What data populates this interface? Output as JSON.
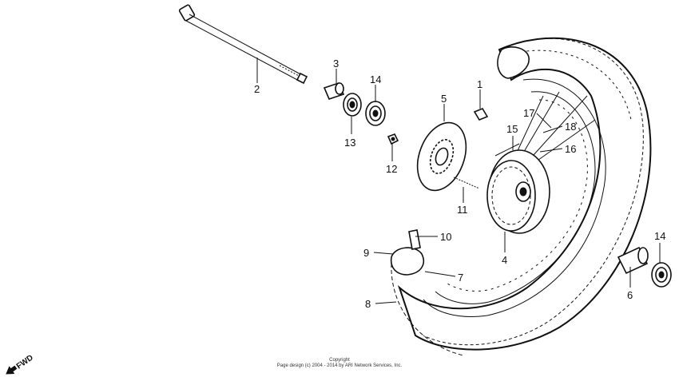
{
  "diagram": {
    "parts": [
      {
        "id": "p1",
        "label": "1"
      },
      {
        "id": "p2",
        "label": "2"
      },
      {
        "id": "p3",
        "label": "3"
      },
      {
        "id": "p4",
        "label": "4"
      },
      {
        "id": "p5",
        "label": "5"
      },
      {
        "id": "p6",
        "label": "6"
      },
      {
        "id": "p7",
        "label": "7"
      },
      {
        "id": "p8",
        "label": "8"
      },
      {
        "id": "p9",
        "label": "9"
      },
      {
        "id": "p10",
        "label": "10"
      },
      {
        "id": "p11",
        "label": "11"
      },
      {
        "id": "p12",
        "label": "12"
      },
      {
        "id": "p13",
        "label": "13"
      },
      {
        "id": "p14a",
        "label": "14"
      },
      {
        "id": "p14b",
        "label": "14"
      },
      {
        "id": "p15",
        "label": "15"
      },
      {
        "id": "p16",
        "label": "16"
      },
      {
        "id": "p17",
        "label": "17"
      },
      {
        "id": "p18",
        "label": "18"
      }
    ],
    "fwd_label": "FWD",
    "copyright_line1": "Copyright",
    "copyright_line2": "Page design (c) 2004 - 2014 by ARI Network Services, Inc."
  }
}
